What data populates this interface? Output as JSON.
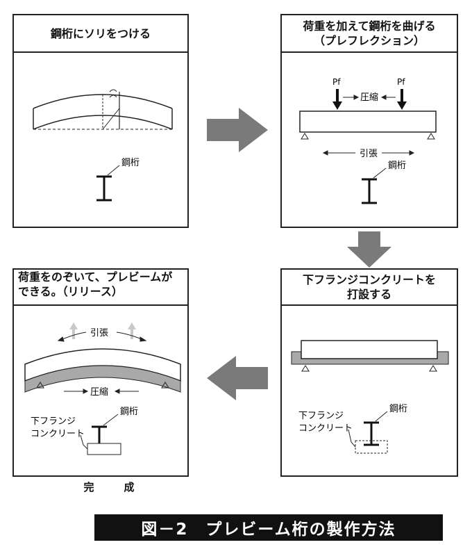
{
  "steps": [
    {
      "title_lines": [
        "鋼桁にソリをつける"
      ],
      "labels": {
        "steel": "鋼桁"
      }
    },
    {
      "title_lines": [
        "荷重を加えて鋼桁を曲げる",
        "（プレフレクション）"
      ],
      "labels": {
        "load_left": "Pf",
        "load_right": "Pf",
        "compression": "圧縮",
        "tension": "引張",
        "steel": "鋼桁"
      }
    },
    {
      "title_lines": [
        "下フランジコンクリートを",
        "打設する"
      ],
      "labels": {
        "steel": "鋼桁",
        "concrete_line1": "下フランジ",
        "concrete_line2": "コンクリート"
      }
    },
    {
      "title_lines": [
        "荷重をのぞいて、プレビームが",
        "できる。（リリース）"
      ],
      "labels": {
        "tension": "引張",
        "compression": "圧縮",
        "steel": "鋼桁",
        "concrete_line1": "下フランジ",
        "concrete_line2": "コンクリート"
      }
    }
  ],
  "completion_label": "完　成",
  "caption": "図－2　プレビーム桁の製作方法",
  "colors": {
    "arrow": "#7a7a7a",
    "concrete": "#a9a9a9",
    "frame": "#222222",
    "light_arrow": "#c8c8c8"
  }
}
